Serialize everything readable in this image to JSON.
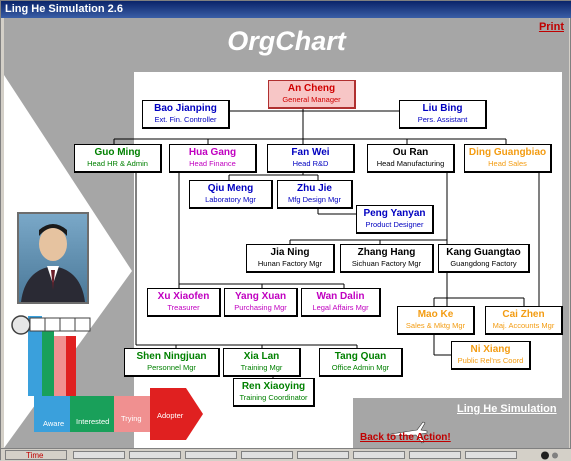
{
  "window": {
    "title": "Ling He Simulation 2.6"
  },
  "header": {
    "title": "OrgChart",
    "print_label": "Print"
  },
  "nodes": {
    "an_cheng": {
      "name": "An Cheng",
      "title": "General Manager",
      "color": "#d00000"
    },
    "bao_jianping": {
      "name": "Bao Jianping",
      "title": "Ext. Fin. Controller",
      "color": "#0000c0"
    },
    "liu_bing": {
      "name": "Liu Bing",
      "title": "Pers. Assistant",
      "color": "#0000c0"
    },
    "guo_ming": {
      "name": "Guo Ming",
      "title": "Head HR & Admin",
      "color": "#008000"
    },
    "hua_gang": {
      "name": "Hua Gang",
      "title": "Head Finance",
      "color": "#c000c0"
    },
    "fan_wei": {
      "name": "Fan Wei",
      "title": "Head R&D",
      "color": "#0000c0"
    },
    "ou_ran": {
      "name": "Ou Ran",
      "title": "Head Manufacturing",
      "color": "#000000"
    },
    "ding_guangbiao": {
      "name": "Ding Guangbiao",
      "title": "Head Sales",
      "color": "#f39c12"
    },
    "qiu_meng": {
      "name": "Qiu Meng",
      "title": "Laboratory Mgr",
      "color": "#0000c0"
    },
    "zhu_jie": {
      "name": "Zhu Jie",
      "title": "Mfg Design Mgr",
      "color": "#0000c0"
    },
    "peng_yanyan": {
      "name": "Peng Yanyan",
      "title": "Product Designer",
      "color": "#0000c0"
    },
    "jia_ning": {
      "name": "Jia Ning",
      "title": "Hunan Factory Mgr",
      "color": "#000000"
    },
    "zhang_hang": {
      "name": "Zhang Hang",
      "title": "Sichuan Factory Mgr",
      "color": "#000000"
    },
    "kang_guangtao": {
      "name": "Kang Guangtao",
      "title": "Guangdong Factory",
      "color": "#000000"
    },
    "xu_xiaofen": {
      "name": "Xu Xiaofen",
      "title": "Treasurer",
      "color": "#c000c0"
    },
    "yang_xuan": {
      "name": "Yang Xuan",
      "title": "Purchasing Mgr",
      "color": "#c000c0"
    },
    "wan_dalin": {
      "name": "Wan Dalin",
      "title": "Legal Affairs Mgr",
      "color": "#c000c0"
    },
    "mao_ke": {
      "name": "Mao Ke",
      "title": "Sales & Mktg Mgr",
      "color": "#f39c12"
    },
    "cai_zhen": {
      "name": "Cai Zhen",
      "title": "Maj. Accounts Mgr",
      "color": "#f39c12"
    },
    "ni_xiang": {
      "name": "Ni Xiang",
      "title": "Public Rel'ns Coord",
      "color": "#f39c12"
    },
    "shen_ningjuan": {
      "name": "Shen Ningjuan",
      "title": "Personnel Mgr",
      "color": "#008000"
    },
    "xia_lan": {
      "name": "Xia Lan",
      "title": "Training Mgr",
      "color": "#008000"
    },
    "tang_quan": {
      "name": "Tang Quan",
      "title": "Office Admin Mgr",
      "color": "#008000"
    },
    "ren_xiaoying": {
      "name": "Ren Xiaoying",
      "title": "Training Coordinator",
      "color": "#008000"
    }
  },
  "adoption": {
    "aware": "Aware",
    "interested": "Interested",
    "trying": "Trying",
    "adopter": "Adopter"
  },
  "footer": {
    "sim_link": "Ling He Simulation",
    "back_link": "Back to the Action!"
  },
  "status": {
    "time_label": "Time"
  }
}
